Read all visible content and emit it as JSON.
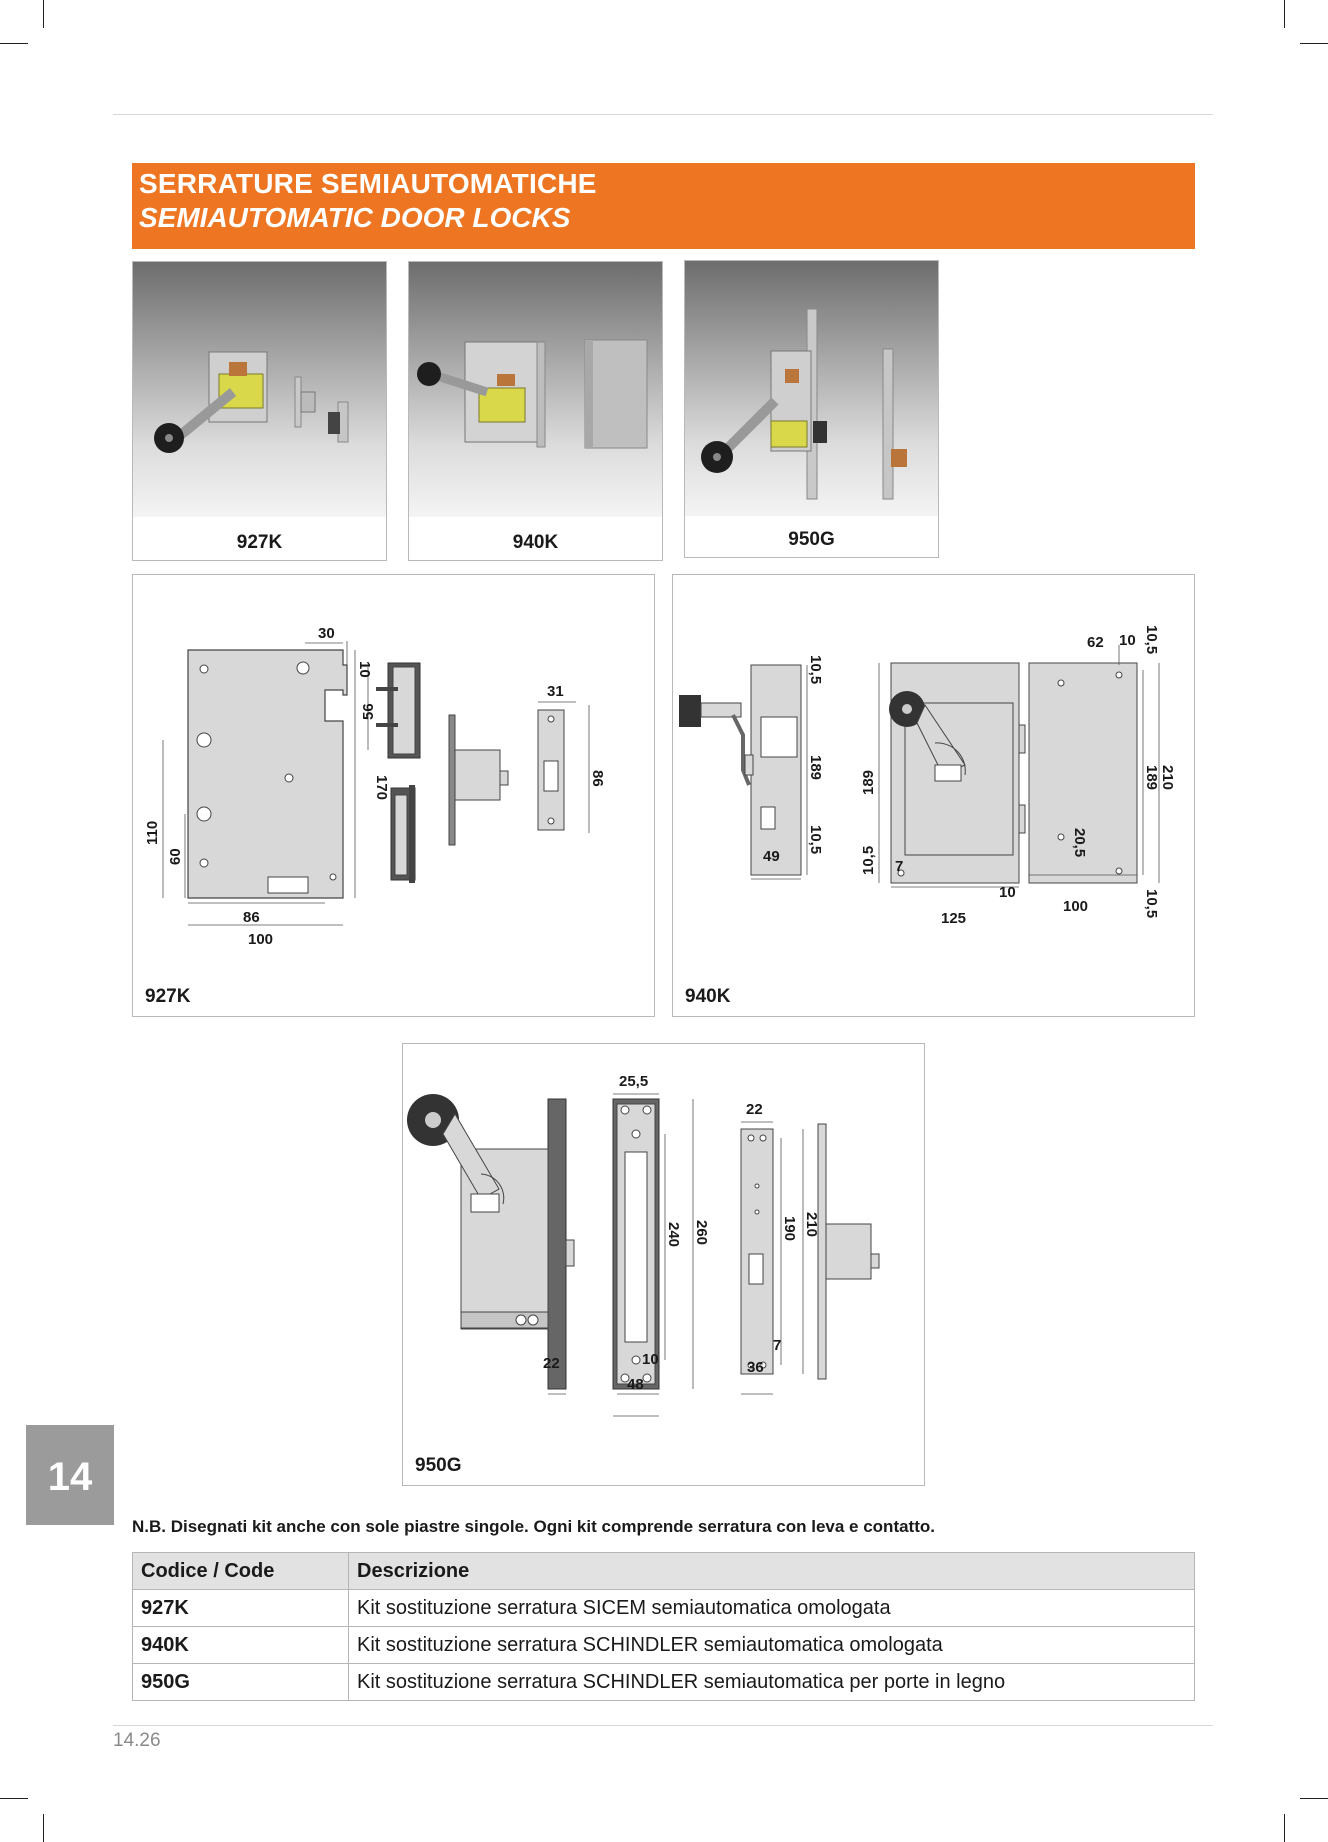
{
  "header": {
    "title_it": "SERRATURE SEMIAUTOMATICHE",
    "title_en": "SEMIAUTOMATIC DOOR LOCKS"
  },
  "photos": [
    {
      "caption": "927K"
    },
    {
      "caption": "940K"
    },
    {
      "caption": "950G"
    }
  ],
  "drawings": {
    "d927": {
      "caption": "927K",
      "dims": [
        "30",
        "10",
        "56",
        "31",
        "170",
        "86",
        "110",
        "60",
        "86",
        "100"
      ]
    },
    "d940": {
      "caption": "940K",
      "dims": [
        "10,5",
        "189",
        "10,5",
        "49",
        "189",
        "10,5",
        "7",
        "10",
        "125",
        "62",
        "10",
        "10,5",
        "210",
        "189",
        "20,5",
        "100",
        "10,5"
      ]
    },
    "d950": {
      "caption": "950G",
      "dims": [
        "25,5",
        "240",
        "260",
        "22",
        "10",
        "48",
        "22",
        "190",
        "210",
        "7",
        "36"
      ]
    }
  },
  "section_tab": "14",
  "note": "N.B. Disegnati kit anche con sole piastre singole. Ogni kit comprende serratura con leva e contatto.",
  "table": {
    "headers": [
      "Codice / Code",
      "Descrizione"
    ],
    "rows": [
      {
        "code": "927K",
        "desc": "Kit sostituzione serratura SICEM semiautomatica omologata"
      },
      {
        "code": "940K",
        "desc": "Kit sostituzione serratura SCHINDLER semiautomatica omologata"
      },
      {
        "code": "950G",
        "desc": "Kit sostituzione serratura SCHINDLER semiautomatica per porte in legno"
      }
    ]
  },
  "page_number": "14.26"
}
